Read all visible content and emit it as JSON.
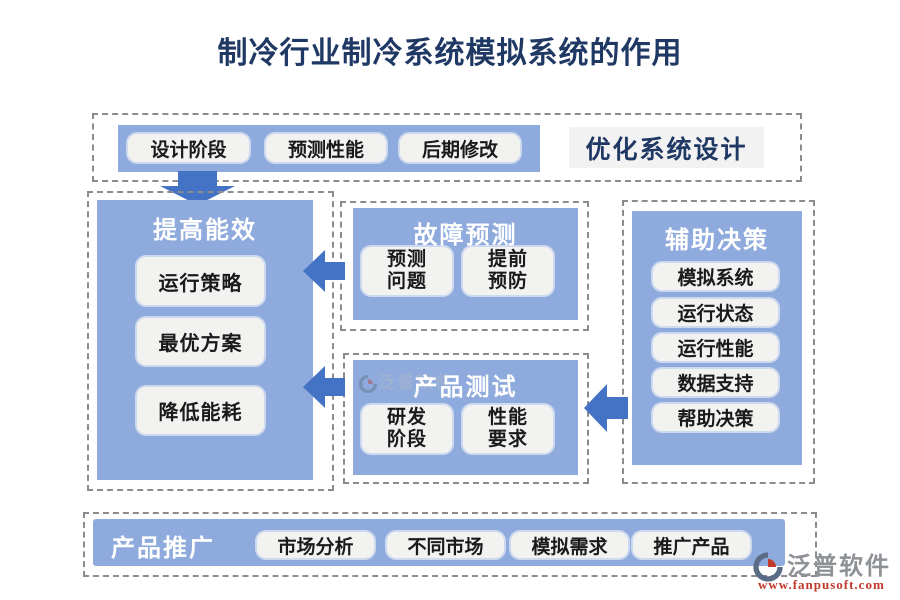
{
  "title": "制冷行业制冷系统模拟系统的作用",
  "top_flow": {
    "steps": [
      "设计阶段",
      "预测性能",
      "后期修改"
    ],
    "result": "优化系统设计"
  },
  "panels": {
    "energy": {
      "header": "提高能效",
      "items": [
        "运行策略",
        "最优方案",
        "降低能耗"
      ]
    },
    "fault": {
      "header": "故障预测",
      "items": [
        {
          "l1": "预测",
          "l2": "问题"
        },
        {
          "l1": "提前",
          "l2": "预防"
        }
      ]
    },
    "test": {
      "header": "产品测试",
      "items": [
        {
          "l1": "研发",
          "l2": "阶段"
        },
        {
          "l1": "性能",
          "l2": "要求"
        }
      ]
    },
    "decision": {
      "header": "辅助决策",
      "items": [
        "模拟系统",
        "运行状态",
        "运行性能",
        "数据支持",
        "帮助决策"
      ]
    },
    "promotion": {
      "header": "产品推广",
      "items": [
        "市场分析",
        "不同市场",
        "模拟需求",
        "推广产品"
      ]
    }
  },
  "watermark": {
    "brand": "泛普软件",
    "url": "www.fanpusoft.com"
  },
  "colors": {
    "panel_blue": "#8FAADC",
    "arrow_blue": "#4472C4",
    "title_navy": "#1F3864",
    "pill_bg": "#F2F2F0",
    "dash_gray": "#8C8C8C",
    "watermark_gray": "#8E9196",
    "watermark_red": "#C0392B"
  }
}
